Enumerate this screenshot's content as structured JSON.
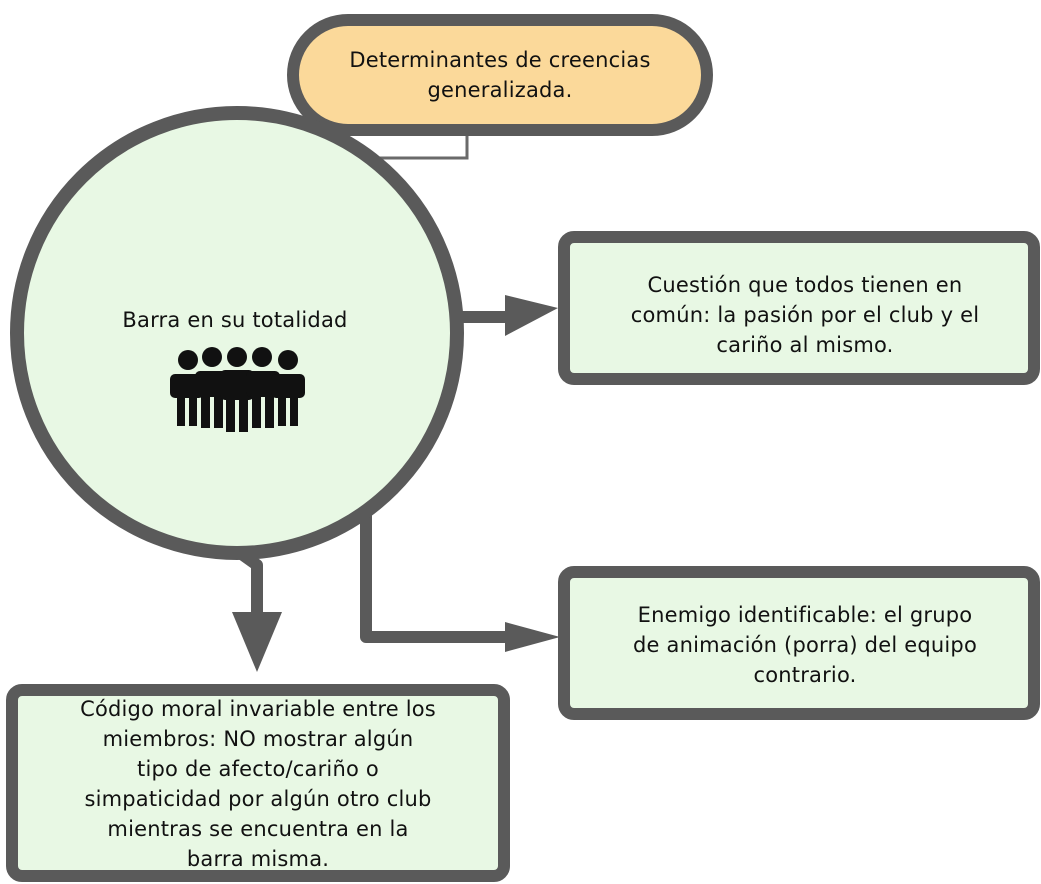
{
  "diagram": {
    "root": {
      "label": "Determinantes de creencias\ngeneralizada."
    },
    "center": {
      "label": "Barra en su totalidad",
      "icon": "group-people-icon"
    },
    "box_common": {
      "label": "Cuestión que todos tienen en\ncomún: la pasión por el club y el\ncariño al mismo."
    },
    "box_enemy": {
      "label": "Enemigo identificable: el grupo\nde animación (porra) del equipo\ncontrario."
    },
    "box_code": {
      "label": "Código moral invariable entre los\nmiembros: NO mostrar algún\ntipo de afecto/cariño o\nsimpaticidad por algún otro club\nmientras se encuentra en la\nbarra misma."
    },
    "colors": {
      "root_fill": "#fbd99a",
      "node_fill": "#e8f8e4",
      "stroke": "#5a5a5a",
      "icon": "#111111"
    }
  }
}
